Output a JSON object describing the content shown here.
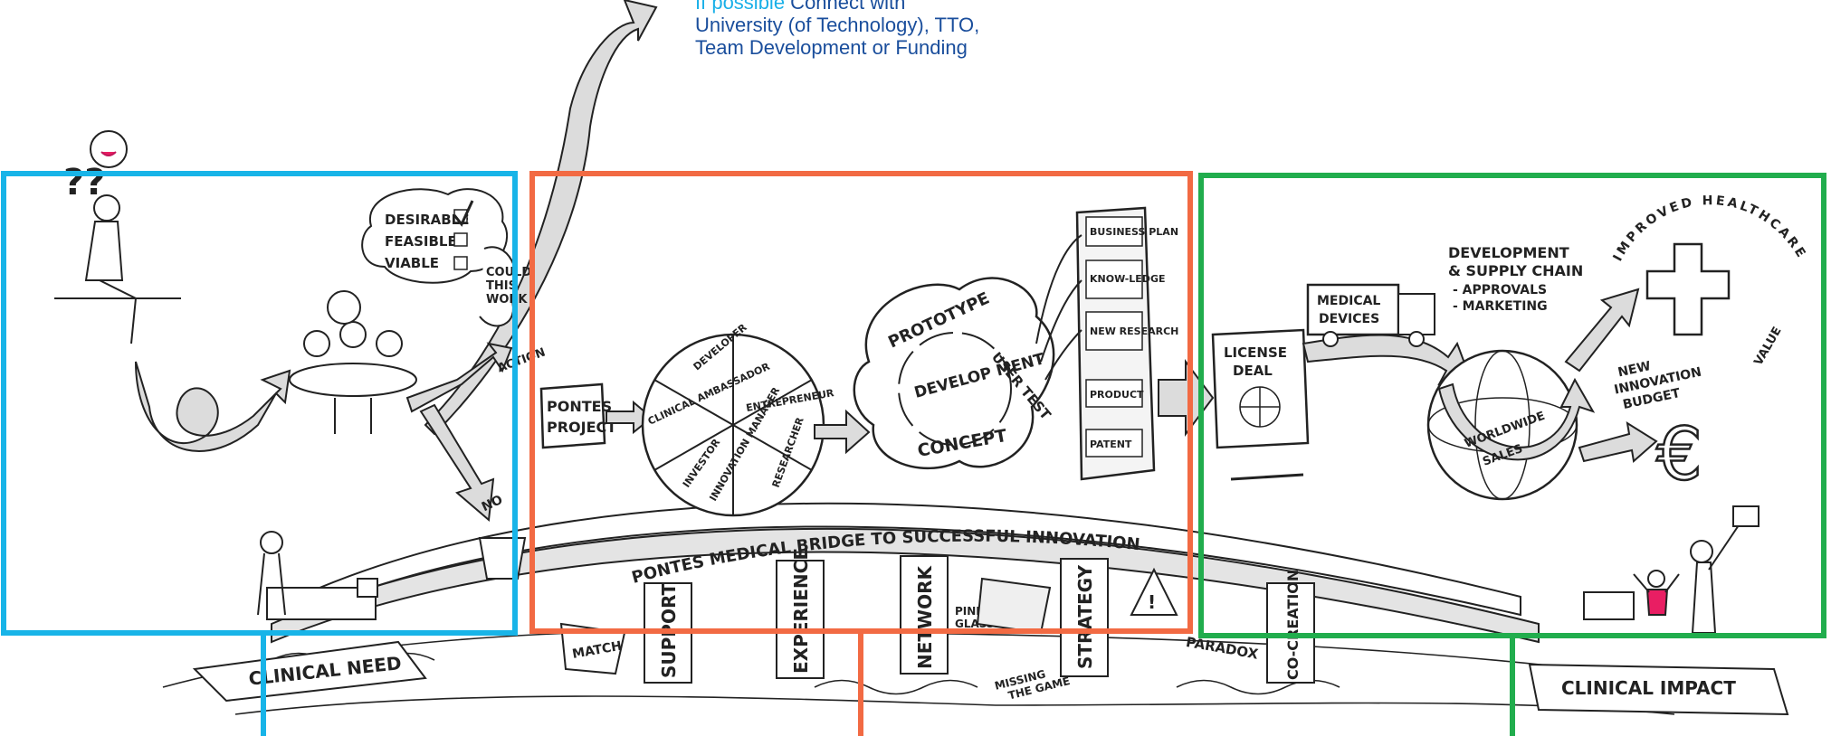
{
  "callout": {
    "lead": "If possible",
    "line1": " Connect with",
    "line2": "University (of Technology), TTO,",
    "line3": "Team Development or Funding"
  },
  "colors": {
    "blue_box": "#18b4e8",
    "orange_box": "#f26a43",
    "green_box": "#21ad4d",
    "callout_highlight": "#1ab0e8",
    "callout_text": "#1a4e9c"
  },
  "illustration": {
    "criteria": [
      "DESIRABLE",
      "FEASIBLE",
      "VIABLE"
    ],
    "thought": [
      "COULD",
      "THIS",
      "WORK"
    ],
    "labels": {
      "action": "ACTION",
      "no": "NO",
      "pontes_project": [
        "PONTES",
        "PROJECT"
      ],
      "clinical_need": "CLINICAL NEED",
      "clinical_impact": "CLINICAL IMPACT",
      "bridge_text": "PONTES MEDICAL BRIDGE TO SUCCESSFUL INNOVATION",
      "missing_game": [
        "MISSING",
        "THE GAME"
      ],
      "pink_glasses": [
        "PINK",
        "GLASSES"
      ],
      "paradox": "PARADOX",
      "match": "MATCH"
    },
    "roles": [
      "DEVELOPER",
      "CLINICAL AMBASSADOR",
      "ENTREPRENEUR",
      "INVESTOR",
      "INNOVATION MANAGER",
      "RESEARCHER"
    ],
    "cycle": [
      "PROTOTYPE",
      "USER TEST",
      "DEVELOP MENT",
      "CONCEPT"
    ],
    "outputs": [
      "BUSINESS PLAN",
      "KNOW-LEDGE",
      "NEW RESEARCH",
      "PRODUCT",
      "PATENT"
    ],
    "pillars": [
      "SUPPORT",
      "EXPERIENCE",
      "NETWORK",
      "STRATEGY",
      "CO-CREATION"
    ],
    "license": [
      "LICENSE",
      "DEAL"
    ],
    "medical_devices": [
      "MEDICAL",
      "DEVICES"
    ],
    "supply": [
      "DEVELOPMENT",
      "& SUPPLY CHAIN",
      "- APPROVALS",
      "- MARKETING"
    ],
    "worldwide": [
      "WORLDWIDE",
      "SALES"
    ],
    "improved": "IMPROVED HEALTHCARE",
    "value": "VALUE",
    "budget": [
      "NEW",
      "INNOVATION",
      "BUDGET"
    ]
  }
}
